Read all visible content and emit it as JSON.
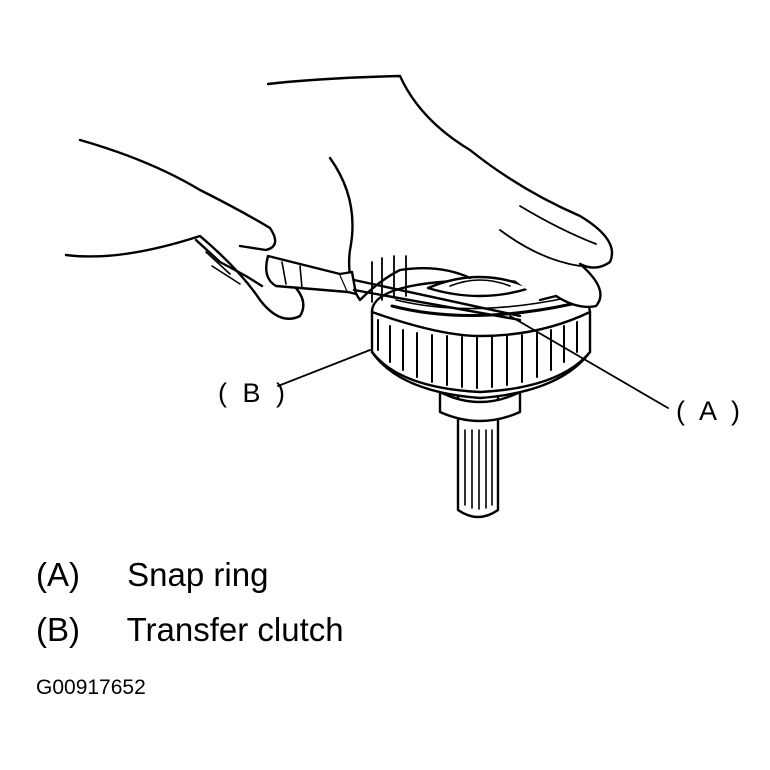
{
  "figure": {
    "callouts": {
      "a": "( A )",
      "b": "( B )"
    },
    "legend": [
      {
        "key": "(A)",
        "label": "Snap ring"
      },
      {
        "key": "(B)",
        "label": "Transfer clutch"
      }
    ],
    "figure_id": "G00917652",
    "colors": {
      "line": "#000000",
      "background": "#ffffff"
    }
  }
}
